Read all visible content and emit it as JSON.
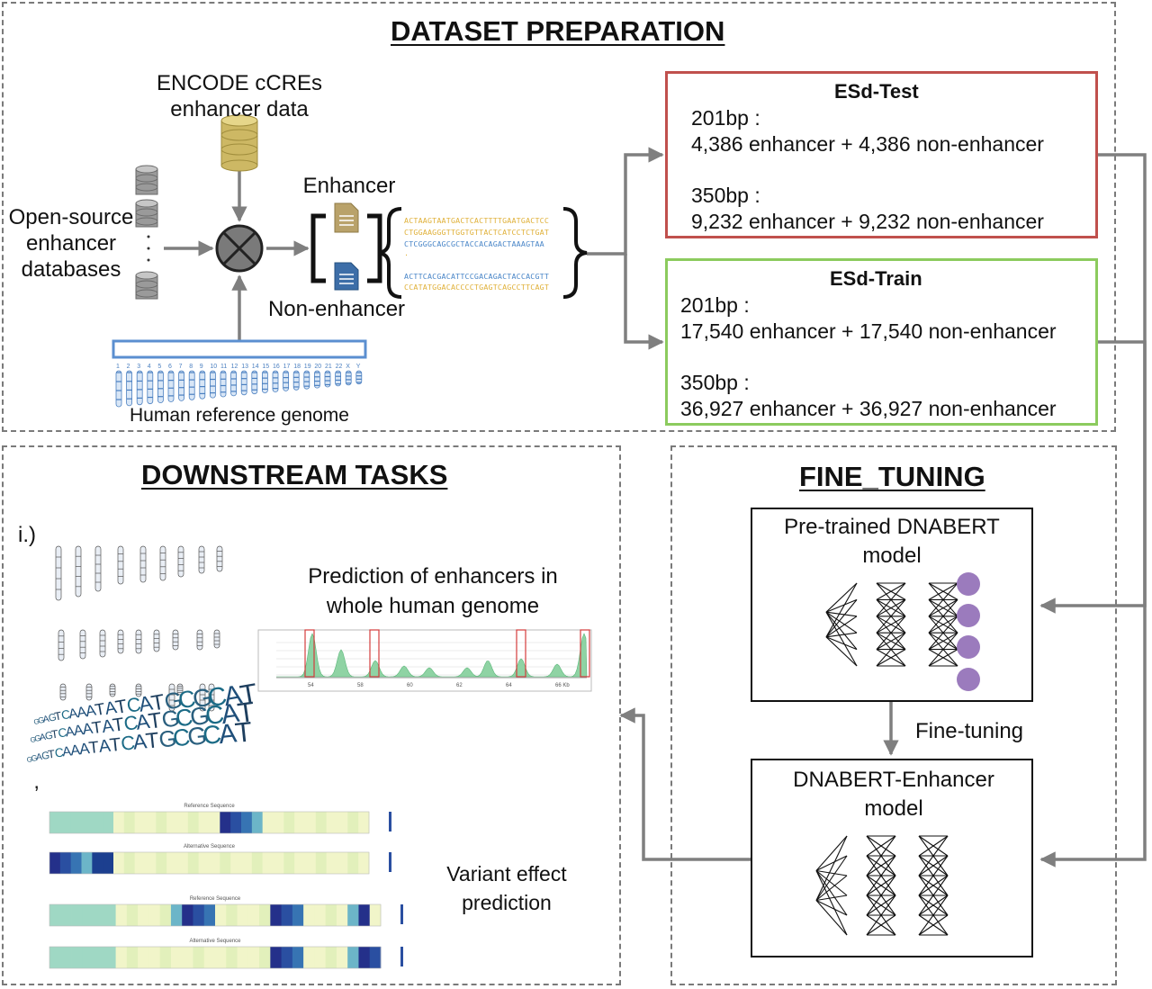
{
  "dataset_preparation": {
    "title": "DATASET PREPARATION",
    "encode_label_line1": "ENCODE cCREs",
    "encode_label_line2": "enhancer data",
    "open_source_line1": "Open-source",
    "open_source_line2": "enhancer",
    "open_source_line3": "databases",
    "enhancer_label": "Enhancer",
    "non_enhancer_label": "Non-enhancer",
    "genome_label": "Human reference genome",
    "chromosome_numbers": [
      "1",
      "2",
      "3",
      "4",
      "5",
      "6",
      "7",
      "8",
      "9",
      "10",
      "11",
      "12",
      "13",
      "14",
      "15",
      "16",
      "17",
      "18",
      "19",
      "20",
      "21",
      "22",
      "X",
      "Y"
    ],
    "sequences": [
      {
        "text": "ACTAAGTAATGACTCACTTTTGAATGACTCC",
        "color": "#e0b13a"
      },
      {
        "text": "CTGGAAGGGTTGGTGTTACTCATCCTCTGAT",
        "color": "#e0b13a"
      },
      {
        "text": "CTCGGGCAGCGCTACCACAGACTAAAGTAA",
        "color": "#4a86c8"
      },
      {
        "text": ".",
        "color": "#e0b13a"
      },
      {
        "text": "ACTTCACGACATTCCGACAGACTACCACGTT",
        "color": "#4a86c8"
      },
      {
        "text": "CCATATGGACACCCCTGAGTCAGCCTTCAGT",
        "color": "#e0b13a"
      }
    ],
    "esd_test": {
      "title": "ESd-Test",
      "line1": "201bp :",
      "line2": "4,386 enhancer + 4,386 non-enhancer",
      "line3": "350bp :",
      "line4": "9,232 enhancer + 9,232 non-enhancer",
      "border_color": "#c0504d"
    },
    "esd_train": {
      "title": "ESd-Train",
      "line1": "201bp :",
      "line2": "17,540 enhancer + 17,540 non-enhancer",
      "line3": "350bp :",
      "line4": "36,927 enhancer + 36,927 non-enhancer",
      "border_color": "#8ccb5e"
    }
  },
  "downstream_tasks": {
    "title": "DOWNSTREAM TASKS",
    "item_label": "i.)",
    "second_mark": "’",
    "prediction_line1": "Prediction of enhancers in",
    "prediction_line2": "whole human genome",
    "variant_line1": "Variant effect",
    "variant_line2": "prediction",
    "logo_sequence": "GGAGTCAAATATCATGCGCAT",
    "heatmap_titles": [
      "Reference Sequence",
      "Alternative Sequence",
      "Reference Sequence",
      "Alternative Sequence"
    ],
    "track_ticks": [
      "54",
      "58",
      "60",
      "62",
      "64",
      "66 Kb"
    ]
  },
  "fine_tuning": {
    "title": "FINE_TUNING",
    "pretrained_line1": "Pre-trained DNABERT",
    "pretrained_line2": "model",
    "finetuning_label": "Fine-tuning",
    "enhancer_model_line1": "DNABERT-Enhancer",
    "enhancer_model_line2": "model",
    "node_color": "#9b7bbd"
  },
  "colors": {
    "arrow": "#7f7f7f",
    "dashed_border": "#7a7a7a",
    "genome_box": "#5b8fd0",
    "doc_enhancer": "#b9a26a",
    "doc_non_enhancer": "#3d6ea8",
    "db_gold": "#cdb864",
    "db_grey": "#9a9a9a"
  }
}
